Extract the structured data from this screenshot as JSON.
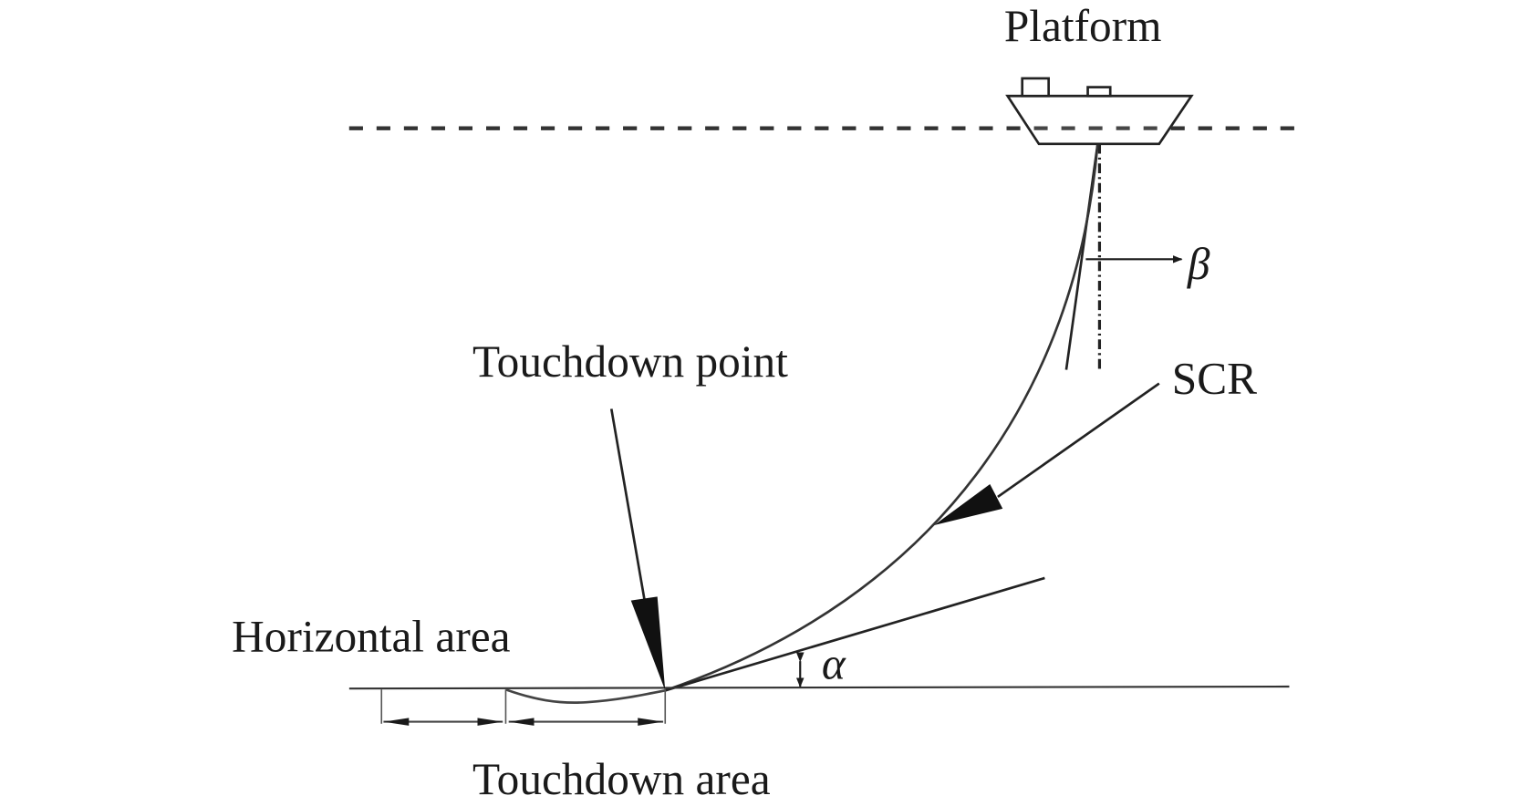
{
  "labels": {
    "platform": "Platform",
    "beta": "β",
    "scr": "SCR",
    "touchdown_point": "Touchdown point",
    "horizontal_area": "Horizontal area",
    "alpha": "α",
    "touchdown_area": "Touchdown area"
  },
  "colors": {
    "ink": "#1a1a1a",
    "background": "#ffffff"
  }
}
